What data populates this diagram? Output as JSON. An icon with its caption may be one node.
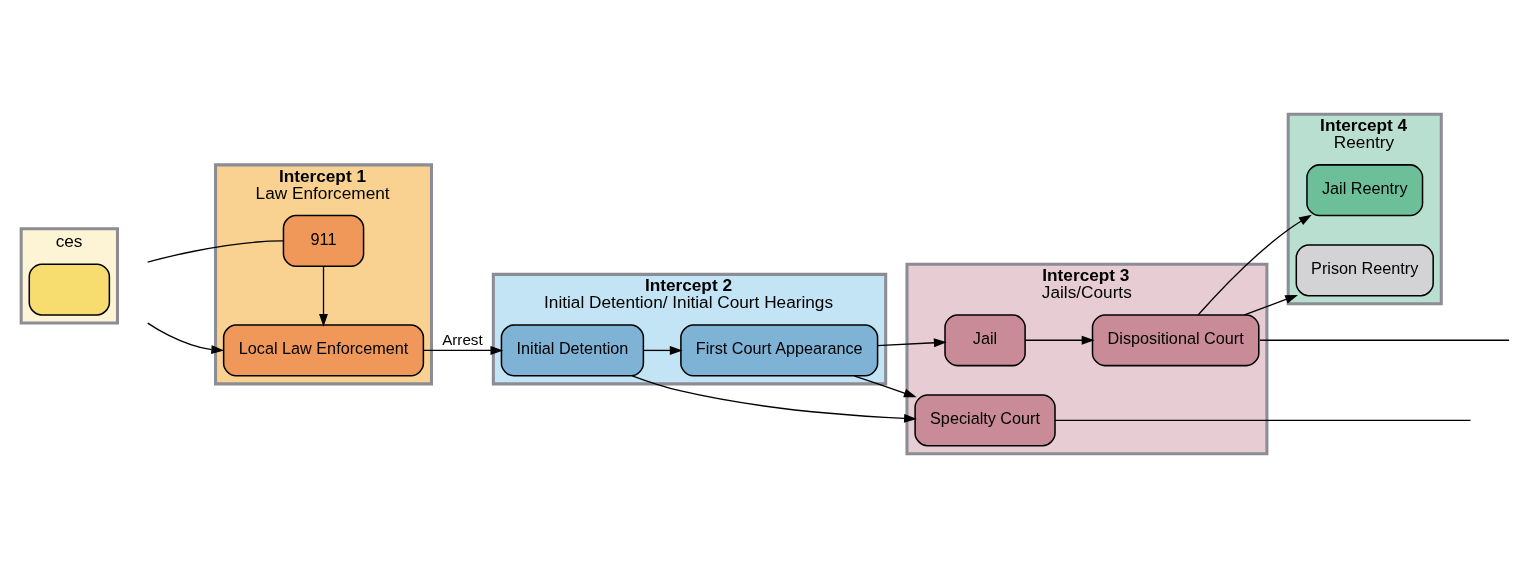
{
  "diagram": {
    "nodes": [
      {
        "text": [
          "ces"
        ]
      },
      {
        "text": [],
        "shape": "box",
        "in": 0
      },
      {
        "text": [
          "Intercept 1",
          "Law Enforcement"
        ]
      },
      {
        "text": [
          "911"
        ],
        "in": 2
      },
      {
        "text": [
          "Local Law Enforcement"
        ],
        "in": 2
      },
      {
        "text": [
          "Intercept 2",
          "Initial Detention/ Initial Court Hearings"
        ]
      },
      {
        "text": [
          "Initial Detention"
        ],
        "in": 5
      },
      {
        "text": [
          "First Court Appearance"
        ],
        "in": 5
      },
      {
        "text": [
          "Intercept 3",
          "Jails/Courts"
        ]
      },
      {
        "text": [
          "Specialty Court"
        ],
        "in": 8
      },
      {
        "text": [
          "Jail"
        ],
        "in": 8
      },
      {
        "text": [
          "Dispositional Court"
        ],
        "in": 8
      },
      {
        "text": [
          "Intercept 4",
          "Reentry"
        ]
      },
      {
        "text": [
          "Prison Reentry"
        ],
        "in": 12
      },
      {
        "text": [
          "Jail Reentry"
        ],
        "in": 12
      }
    ],
    "edges": [
      {
        "from": null,
        "to": 3,
        "arrow": "none"
      },
      {
        "from": 3,
        "to": 4,
        "arrow": "to"
      },
      {
        "from": null,
        "to": 4,
        "arrow": "to"
      },
      {
        "from": 4,
        "to": 6,
        "arrow": "to",
        "label": "Arrest"
      },
      {
        "from": 6,
        "to": 9,
        "arrow": "to"
      },
      {
        "from": 6,
        "to": 7,
        "arrow": "to"
      },
      {
        "from": 7,
        "to": 9,
        "arrow": "to"
      },
      {
        "from": 7,
        "to": 10,
        "arrow": "to"
      },
      {
        "from": 10,
        "to": 11,
        "arrow": "to"
      },
      {
        "from": 11,
        "to": 13,
        "arrow": "to"
      },
      {
        "from": 11,
        "to": 14,
        "arrow": "to"
      },
      {
        "from": 11,
        "to": null,
        "arrow": "none"
      },
      {
        "from": 9,
        "to": null,
        "arrow": "none"
      }
    ]
  }
}
